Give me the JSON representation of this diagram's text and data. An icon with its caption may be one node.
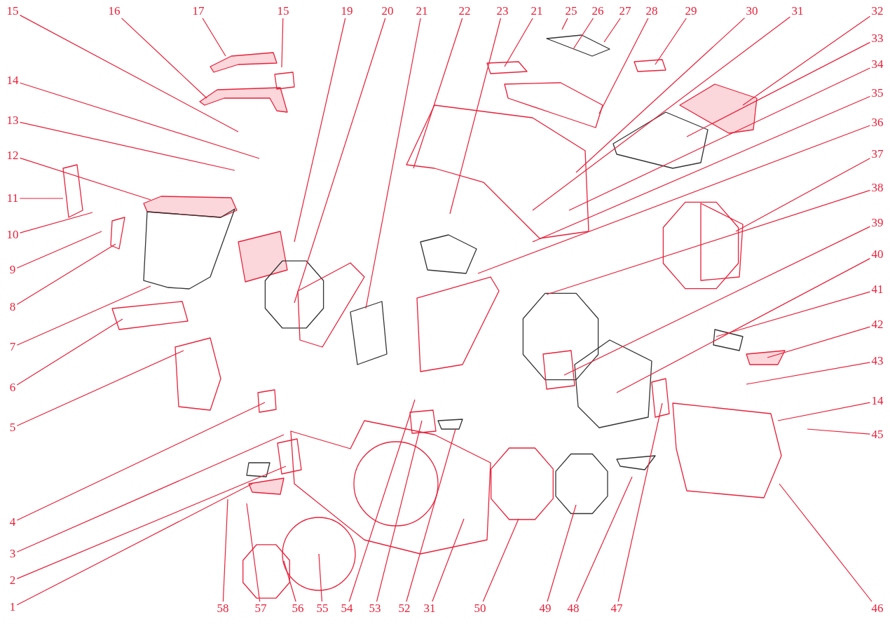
{
  "diagram": {
    "nodes": [
      {
        "text": [
          "15"
        ]
      },
      {
        "text": [
          "16"
        ]
      },
      {
        "text": [
          "17"
        ]
      },
      {
        "text": [
          "15"
        ]
      },
      {
        "text": [
          "19"
        ]
      },
      {
        "text": [
          "20"
        ]
      },
      {
        "text": [
          "21"
        ]
      },
      {
        "text": [
          "22"
        ]
      },
      {
        "text": [
          "23"
        ]
      },
      {
        "text": [
          "21"
        ]
      },
      {
        "text": [
          "25"
        ]
      },
      {
        "text": [
          "26"
        ]
      },
      {
        "text": [
          "27"
        ]
      },
      {
        "text": [
          "28"
        ]
      },
      {
        "text": [
          "29"
        ]
      },
      {
        "text": [
          "30"
        ]
      },
      {
        "text": [
          "31"
        ]
      },
      {
        "text": [
          "32"
        ]
      },
      {
        "text": [
          "14"
        ]
      },
      {
        "text": [
          "13"
        ]
      },
      {
        "text": [
          "12"
        ]
      },
      {
        "text": [
          "11"
        ]
      },
      {
        "text": [
          "10"
        ]
      },
      {
        "text": [
          "9"
        ]
      },
      {
        "text": [
          "8"
        ]
      },
      {
        "text": [
          "7"
        ]
      },
      {
        "text": [
          "6"
        ]
      },
      {
        "text": [
          "5"
        ]
      },
      {
        "text": [
          "4"
        ]
      },
      {
        "text": [
          "3"
        ]
      },
      {
        "text": [
          "2"
        ]
      },
      {
        "text": [
          "1"
        ]
      },
      {
        "text": [
          "33"
        ]
      },
      {
        "text": [
          "34"
        ]
      },
      {
        "text": [
          "35"
        ]
      },
      {
        "text": [
          "36"
        ]
      },
      {
        "text": [
          "37"
        ]
      },
      {
        "text": [
          "38"
        ]
      },
      {
        "text": [
          "39"
        ]
      },
      {
        "text": [
          "40"
        ]
      },
      {
        "text": [
          "41"
        ]
      },
      {
        "text": [
          "42"
        ]
      },
      {
        "text": [
          "43"
        ]
      },
      {
        "text": [
          "14"
        ]
      },
      {
        "text": [
          "45"
        ]
      },
      {
        "text": [
          "58"
        ]
      },
      {
        "text": [
          "57"
        ]
      },
      {
        "text": [
          "56"
        ]
      },
      {
        "text": [
          "55"
        ]
      },
      {
        "text": [
          "54"
        ]
      },
      {
        "text": [
          "53"
        ]
      },
      {
        "text": [
          "52"
        ]
      },
      {
        "text": [
          "31"
        ]
      },
      {
        "text": [
          "50"
        ]
      },
      {
        "text": [
          "49"
        ]
      },
      {
        "text": [
          "48"
        ]
      },
      {
        "text": [
          "47"
        ]
      },
      {
        "text": [
          "46"
        ]
      }
    ],
    "edges": [
      {
        "from": 0,
        "to": null,
        "arrow": "none"
      },
      {
        "from": 1,
        "to": null,
        "arrow": "none"
      },
      {
        "from": 2,
        "to": null,
        "arrow": "none"
      },
      {
        "from": 3,
        "to": null,
        "arrow": "none"
      },
      {
        "from": 4,
        "to": null,
        "arrow": "none"
      },
      {
        "from": 5,
        "to": null,
        "arrow": "none"
      },
      {
        "from": 6,
        "to": null,
        "arrow": "none"
      },
      {
        "from": 7,
        "to": null,
        "arrow": "none"
      },
      {
        "from": 8,
        "to": null,
        "arrow": "none"
      },
      {
        "from": 9,
        "to": null,
        "arrow": "none"
      },
      {
        "from": 10,
        "to": null,
        "arrow": "none"
      },
      {
        "from": 11,
        "to": null,
        "arrow": "none"
      },
      {
        "from": 12,
        "to": null,
        "arrow": "none"
      },
      {
        "from": 13,
        "to": null,
        "arrow": "none"
      },
      {
        "from": 14,
        "to": null,
        "arrow": "none"
      },
      {
        "from": 15,
        "to": null,
        "arrow": "none"
      },
      {
        "from": 16,
        "to": null,
        "arrow": "none"
      },
      {
        "from": 17,
        "to": null,
        "arrow": "none"
      },
      {
        "from": 18,
        "to": null,
        "arrow": "none"
      },
      {
        "from": 19,
        "to": null,
        "arrow": "none"
      },
      {
        "from": 20,
        "to": null,
        "arrow": "none"
      },
      {
        "from": 21,
        "to": null,
        "arrow": "none"
      },
      {
        "from": 22,
        "to": null,
        "arrow": "none"
      },
      {
        "from": 23,
        "to": null,
        "arrow": "none"
      },
      {
        "from": 24,
        "to": null,
        "arrow": "none"
      },
      {
        "from": 25,
        "to": null,
        "arrow": "none"
      },
      {
        "from": 26,
        "to": null,
        "arrow": "none"
      },
      {
        "from": 27,
        "to": null,
        "arrow": "none"
      },
      {
        "from": 28,
        "to": null,
        "arrow": "none"
      },
      {
        "from": 29,
        "to": null,
        "arrow": "none"
      },
      {
        "from": 30,
        "to": null,
        "arrow": "none"
      },
      {
        "from": 31,
        "to": null,
        "arrow": "none"
      },
      {
        "from": 32,
        "to": null,
        "arrow": "none"
      },
      {
        "from": 33,
        "to": null,
        "arrow": "none"
      },
      {
        "from": 34,
        "to": null,
        "arrow": "none"
      },
      {
        "from": 35,
        "to": null,
        "arrow": "none"
      },
      {
        "from": 36,
        "to": null,
        "arrow": "none"
      },
      {
        "from": 37,
        "to": null,
        "arrow": "none"
      },
      {
        "from": 38,
        "to": null,
        "arrow": "none"
      },
      {
        "from": 39,
        "to": null,
        "arrow": "none"
      },
      {
        "from": 40,
        "to": null,
        "arrow": "none"
      },
      {
        "from": 41,
        "to": null,
        "arrow": "none"
      },
      {
        "from": 42,
        "to": null,
        "arrow": "none"
      },
      {
        "from": 43,
        "to": null,
        "arrow": "none"
      },
      {
        "from": 44,
        "to": null,
        "arrow": "none"
      },
      {
        "from": 45,
        "to": null,
        "arrow": "none"
      },
      {
        "from": 46,
        "to": null,
        "arrow": "none"
      },
      {
        "from": 47,
        "to": null,
        "arrow": "none"
      },
      {
        "from": 48,
        "to": null,
        "arrow": "none"
      },
      {
        "from": 49,
        "to": null,
        "arrow": "none"
      },
      {
        "from": 50,
        "to": null,
        "arrow": "none"
      },
      {
        "from": 51,
        "to": null,
        "arrow": "none"
      },
      {
        "from": 52,
        "to": null,
        "arrow": "none"
      },
      {
        "from": 53,
        "to": null,
        "arrow": "none"
      },
      {
        "from": 54,
        "to": null,
        "arrow": "none"
      },
      {
        "from": 55,
        "to": null,
        "arrow": "none"
      },
      {
        "from": 56,
        "to": null,
        "arrow": "none"
      },
      {
        "from": 57,
        "to": null,
        "arrow": "none"
      }
    ]
  }
}
